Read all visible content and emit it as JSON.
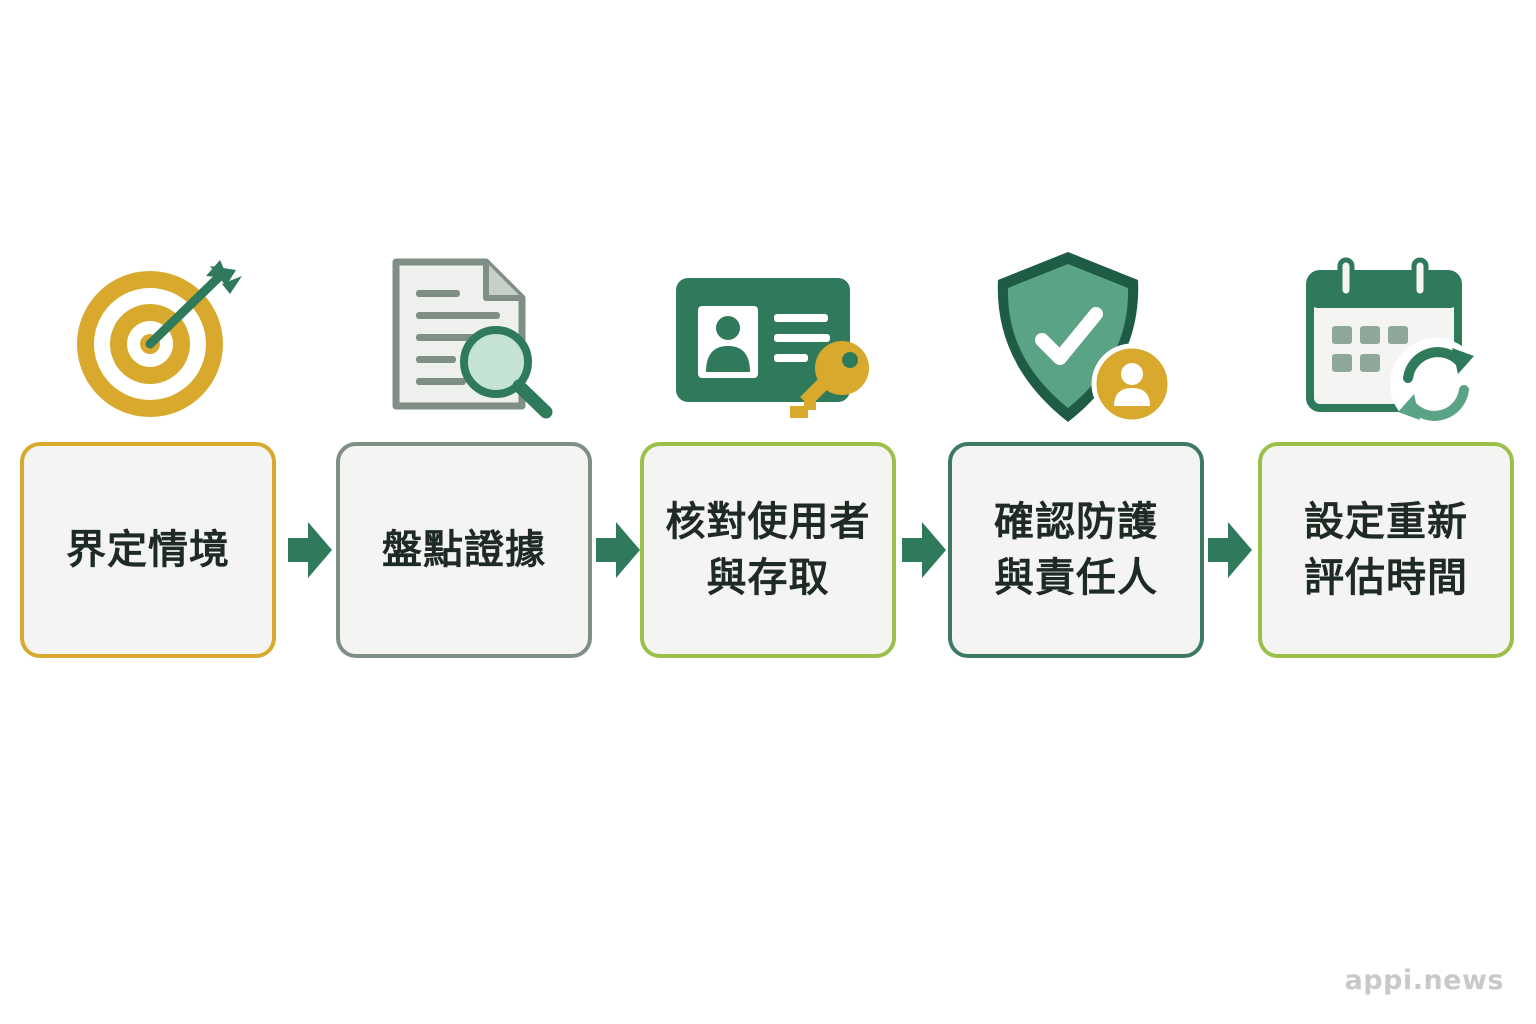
{
  "steps": [
    {
      "label": "界定情境",
      "icon": "target-icon",
      "border_color": "#d8a92c"
    },
    {
      "label": "盤點證據",
      "icon": "document-search-icon",
      "border_color": "#7f8f86"
    },
    {
      "label": "核對使用者\n與存取",
      "icon": "id-card-key-icon",
      "border_color": "#9bc049"
    },
    {
      "label": "確認防護\n與責任人",
      "icon": "shield-user-icon",
      "border_color": "#3c7b61"
    },
    {
      "label": "設定重新\n評估時間",
      "icon": "calendar-refresh-icon",
      "border_color": "#9bc049"
    }
  ],
  "colors": {
    "green": "#2f7a5b",
    "gold": "#d8a92c",
    "light_green": "#9bc049",
    "gray": "#7f8f86"
  },
  "watermark": "appi.news"
}
